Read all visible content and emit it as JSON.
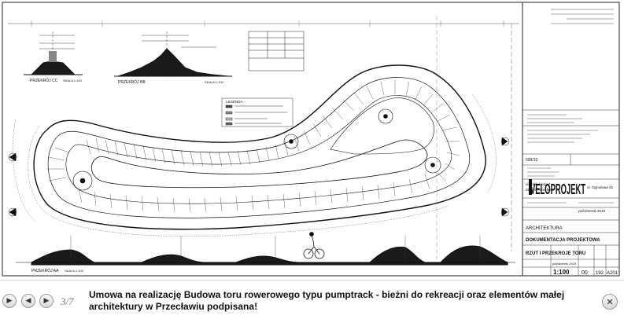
{
  "viewer": {
    "counter": "3/7",
    "caption": "Umowa na realizację Budowa toru rowerowego typu pumptrack - bieżni do rekreacji oraz elementów małej architektury w Przecławiu podpisana!",
    "prev_label": "◀",
    "play_label": "▶",
    "next_label": "▶",
    "close_label": "✕"
  },
  "drawing": {
    "title_block": {
      "company": "VELOPROJEKT",
      "branza": "ARCHITEKTURA",
      "faza": "DOKUMENTACJA PROJEKTOWA",
      "rysunek": "RZUT I PRZEKROJE TORU",
      "skala": "1:100",
      "data": "październik 2019",
      "nr_a": "00",
      "nr_b": "192",
      "nr_c": "A201",
      "adres": "ul. Kilińskiego 7",
      "miasto": "39-320 Przecław",
      "firma_adres": "ul. Ogrodowa 32",
      "nr_dzialki": "599/10"
    },
    "section_labels": {
      "left": "PRZEKRÓJ CC",
      "left_scale": "SKALA 1:100",
      "mid": "PRZEKRÓJ BB",
      "mid_scale": "SKALA 1:100",
      "bottom": "PRZEKRÓJ AA",
      "bottom_scale": "SKALA 1:100"
    },
    "legend_title": "LEGENDA"
  }
}
